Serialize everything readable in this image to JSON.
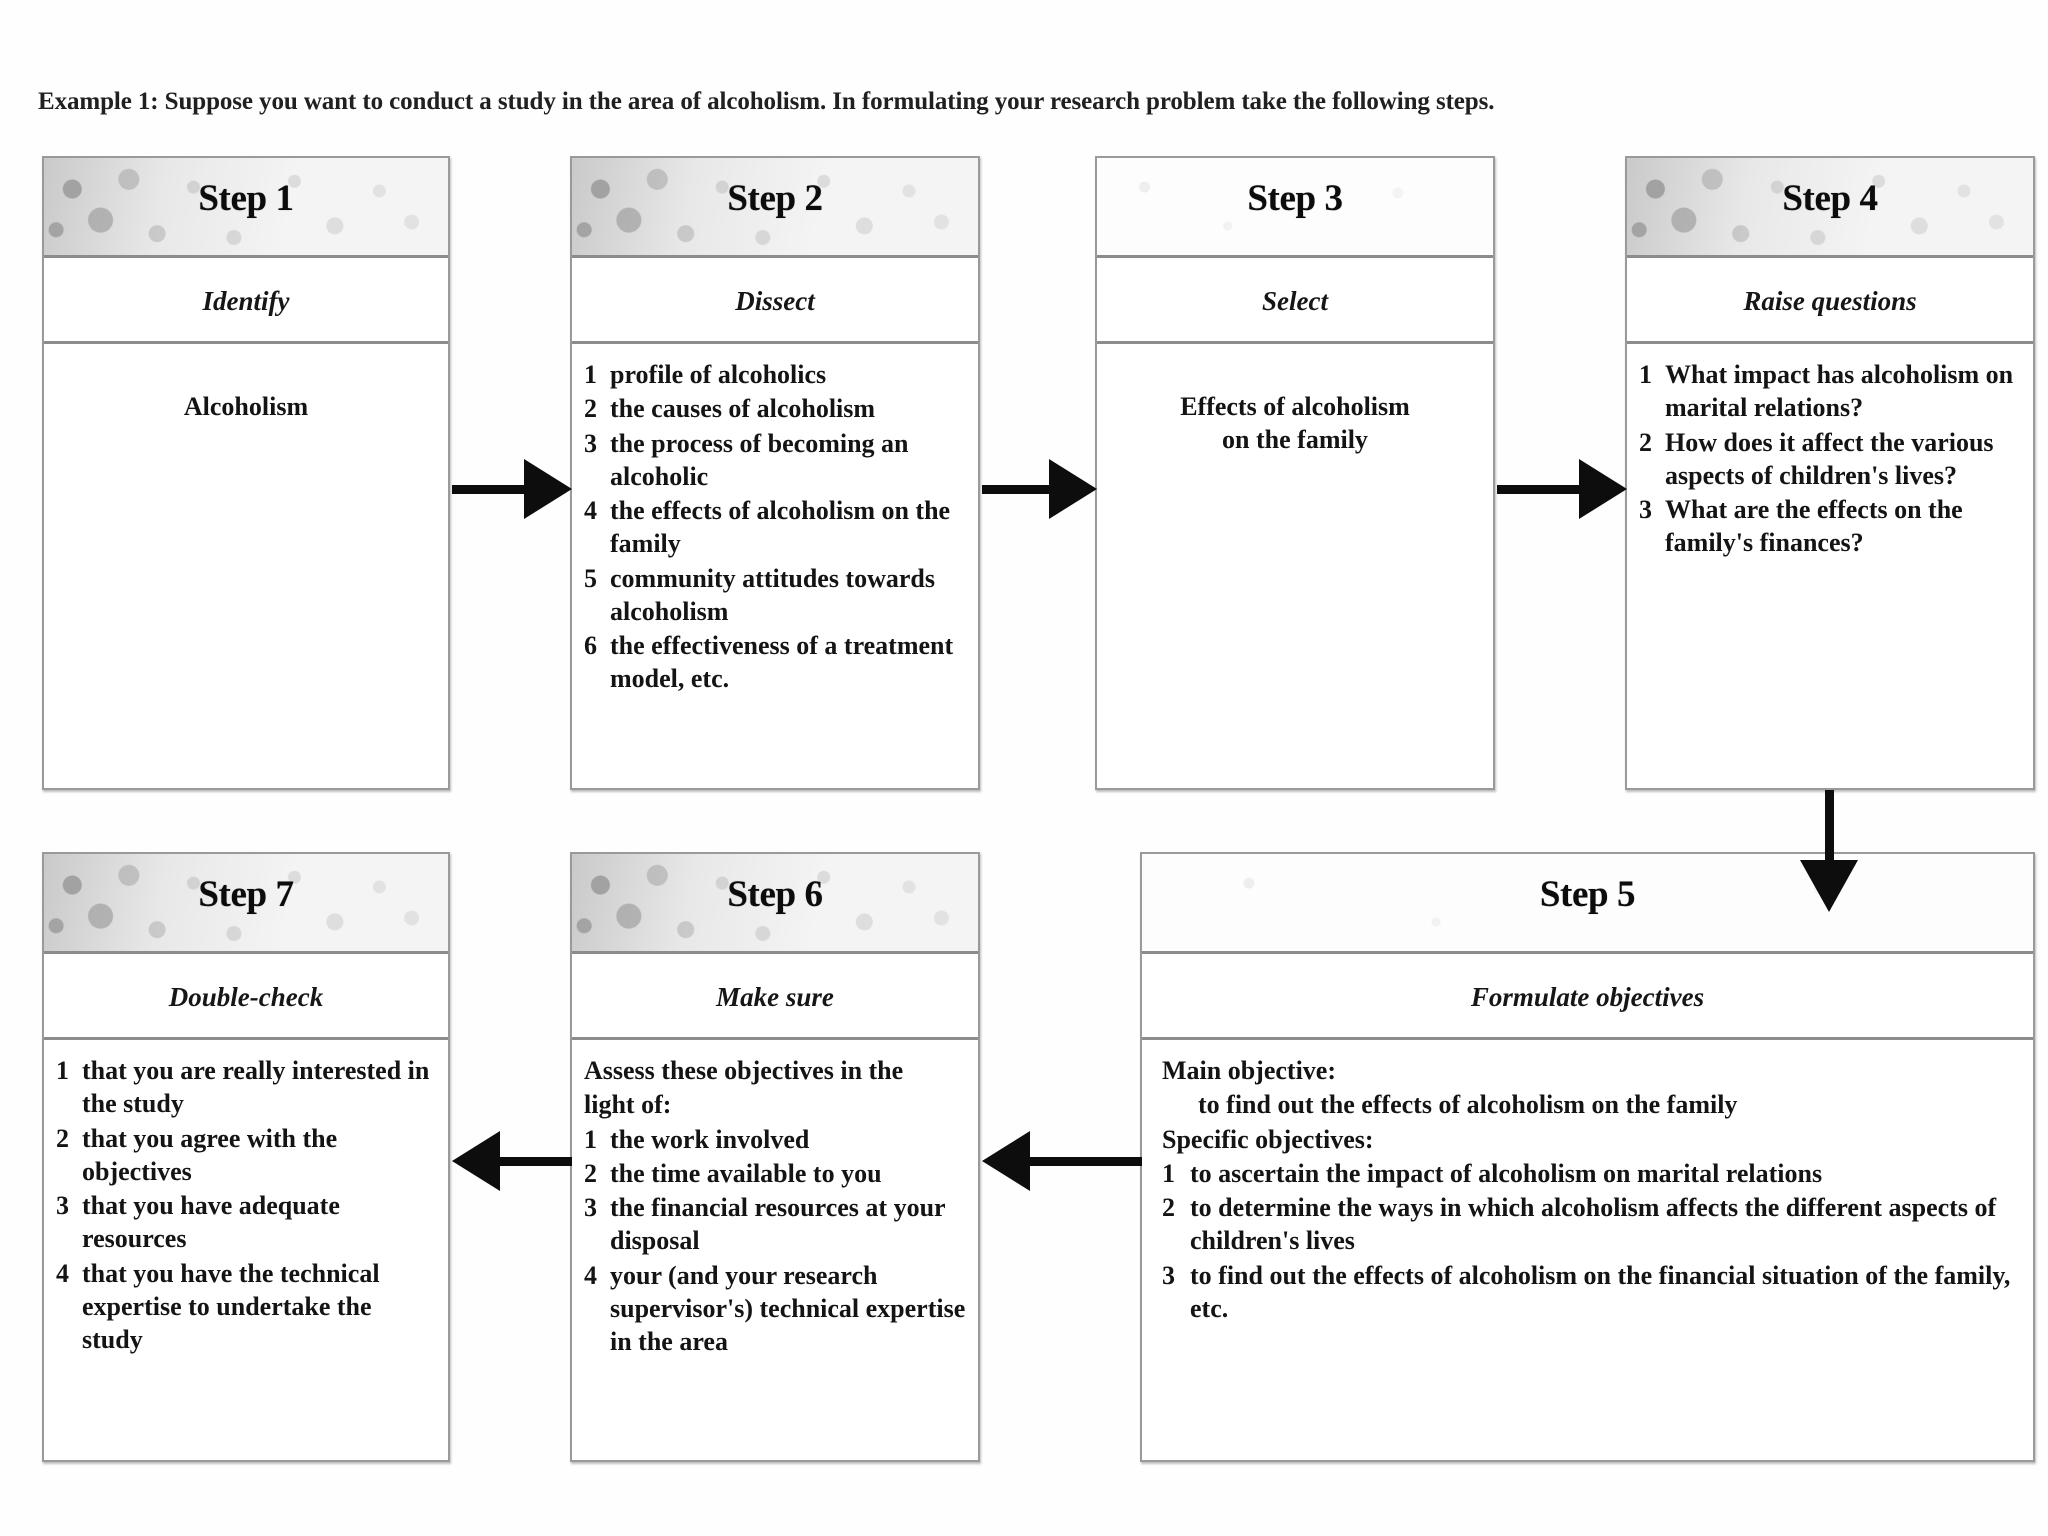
{
  "caption": "Example 1: Suppose you want to conduct a study in the area of alcoholism. In formulating your research problem take the following steps.",
  "steps": {
    "step1": {
      "title": "Step 1",
      "subtitle": "Identify",
      "body_text": "Alcoholism"
    },
    "step2": {
      "title": "Step 2",
      "subtitle": "Dissect",
      "items": [
        {
          "num": "1",
          "text": "profile of alcoholics"
        },
        {
          "num": "2",
          "text": "the causes of alcoholism"
        },
        {
          "num": "3",
          "text": "the process of becoming an alcoholic"
        },
        {
          "num": "4",
          "text": "the effects of alcoholism on the family"
        },
        {
          "num": "5",
          "text": "community attitudes towards alcoholism"
        },
        {
          "num": "6",
          "text": "the effectiveness of a treatment model, etc."
        }
      ]
    },
    "step3": {
      "title": "Step 3",
      "subtitle": "Select",
      "body_line1": "Effects of alcoholism",
      "body_line2": "on the family"
    },
    "step4": {
      "title": "Step 4",
      "subtitle": "Raise questions",
      "items": [
        {
          "num": "1",
          "text": "What impact has alcoholism on marital relations?"
        },
        {
          "num": "2",
          "text": "How does it affect the various aspects of children's lives?"
        },
        {
          "num": "3",
          "text": "What are the effects on the family's finances?"
        }
      ]
    },
    "step5": {
      "title": "Step 5",
      "subtitle": "Formulate objectives",
      "main_objective_label": "Main objective:",
      "main_objective_text": "to find out the effects of alcoholism on the family",
      "specific_objectives_label": "Specific objectives:",
      "items": [
        {
          "num": "1",
          "text": "to ascertain the impact of alcoholism on marital relations"
        },
        {
          "num": "2",
          "text": "to determine the ways in which alcoholism affects the different aspects of children's lives"
        },
        {
          "num": "3",
          "text": "to find out the effects of alcoholism on the financial situation of the family, etc."
        }
      ]
    },
    "step6": {
      "title": "Step 6",
      "subtitle": "Make sure",
      "intro_line1": "Assess these objectives in the",
      "intro_line2": "light of:",
      "items": [
        {
          "num": "1",
          "text": "the work involved"
        },
        {
          "num": "2",
          "text": "the time available to you"
        },
        {
          "num": "3",
          "text": "the financial resources at your disposal"
        },
        {
          "num": "4",
          "text": "your (and your research supervisor's) technical expertise in the area"
        }
      ]
    },
    "step7": {
      "title": "Step 7",
      "subtitle": "Double-check",
      "items": [
        {
          "num": "1",
          "text": "that you are really interested in the study"
        },
        {
          "num": "2",
          "text": "that you agree with the objectives"
        },
        {
          "num": "3",
          "text": "that you have adequate resources"
        },
        {
          "num": "4",
          "text": "that you have the technical expertise to undertake the study"
        }
      ]
    }
  },
  "arrows": [
    {
      "name": "arrow-step1-to-step2",
      "direction": "right"
    },
    {
      "name": "arrow-step2-to-step3",
      "direction": "right"
    },
    {
      "name": "arrow-step3-to-step4",
      "direction": "right"
    },
    {
      "name": "arrow-step4-to-step5",
      "direction": "down"
    },
    {
      "name": "arrow-step5-to-step6",
      "direction": "left"
    },
    {
      "name": "arrow-step6-to-step7",
      "direction": "left"
    }
  ],
  "colors": {
    "border": "#9a9a9a",
    "divider": "#8c8c8c",
    "text": "#141414",
    "arrow": "#0d0d0d",
    "header_texture": "#f4f4f4",
    "page_background": "#ffffff"
  }
}
